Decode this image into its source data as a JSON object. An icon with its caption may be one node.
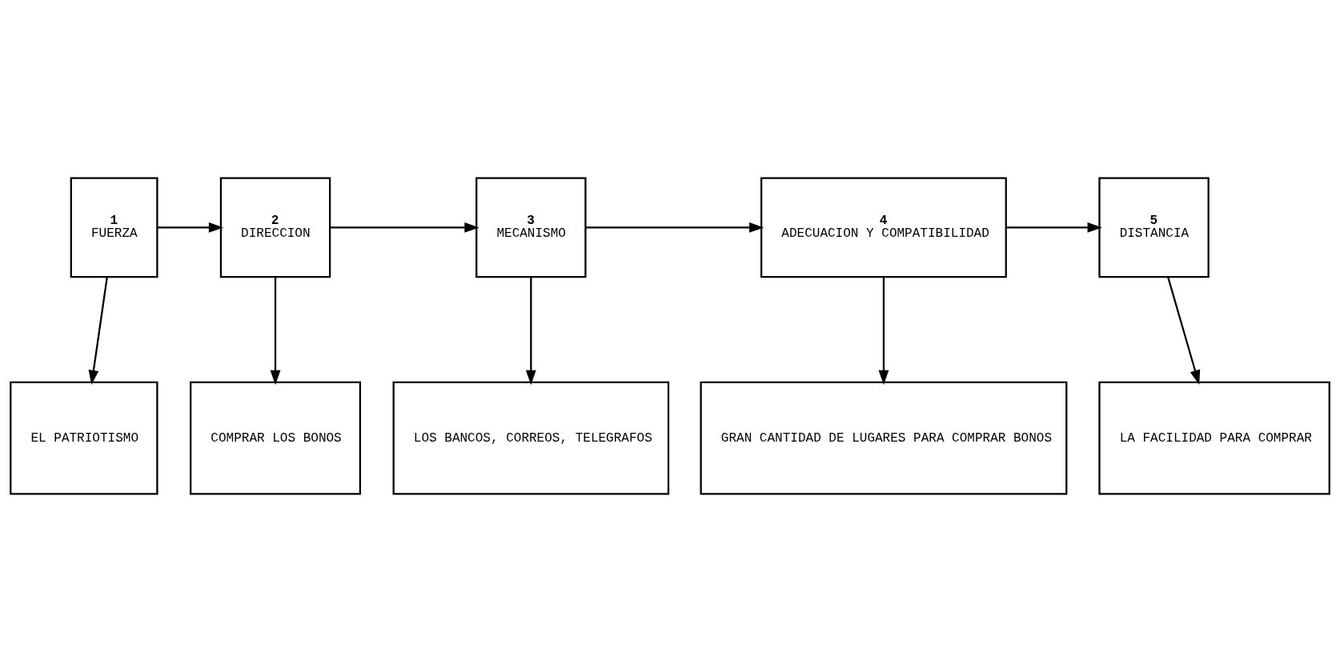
{
  "diagram": {
    "nodes": [
      {
        "text": [
          "1",
          "FUERZA"
        ]
      },
      {
        "text": [
          "2",
          "DIRECCION"
        ]
      },
      {
        "text": [
          "3",
          "MECANISMO"
        ]
      },
      {
        "text": [
          "4",
          "ADECUACION Y COMPATIBILIDAD"
        ]
      },
      {
        "text": [
          "5",
          "DISTANCIA"
        ]
      },
      {
        "text": [
          "EL PATRIOTISMO"
        ]
      },
      {
        "text": [
          "COMPRAR LOS BONOS"
        ]
      },
      {
        "text": [
          "LOS BANCOS, CORREOS, TELEGRAFOS"
        ]
      },
      {
        "text": [
          "GRAN CANTIDAD DE LUGARES PARA COMPRAR BONOS"
        ]
      },
      {
        "text": [
          "LA FACILIDAD PARA COMPRAR"
        ]
      }
    ],
    "edges": [
      {
        "from": 0,
        "to": 1,
        "arrow": "to"
      },
      {
        "from": 1,
        "to": 2,
        "arrow": "to"
      },
      {
        "from": 2,
        "to": 3,
        "arrow": "to"
      },
      {
        "from": 3,
        "to": 4,
        "arrow": "to"
      },
      {
        "from": 0,
        "to": 5,
        "arrow": "to"
      },
      {
        "from": 1,
        "to": 6,
        "arrow": "to"
      },
      {
        "from": 2,
        "to": 7,
        "arrow": "to"
      },
      {
        "from": 3,
        "to": 8,
        "arrow": "to"
      },
      {
        "from": 4,
        "to": 9,
        "arrow": "to"
      }
    ]
  }
}
